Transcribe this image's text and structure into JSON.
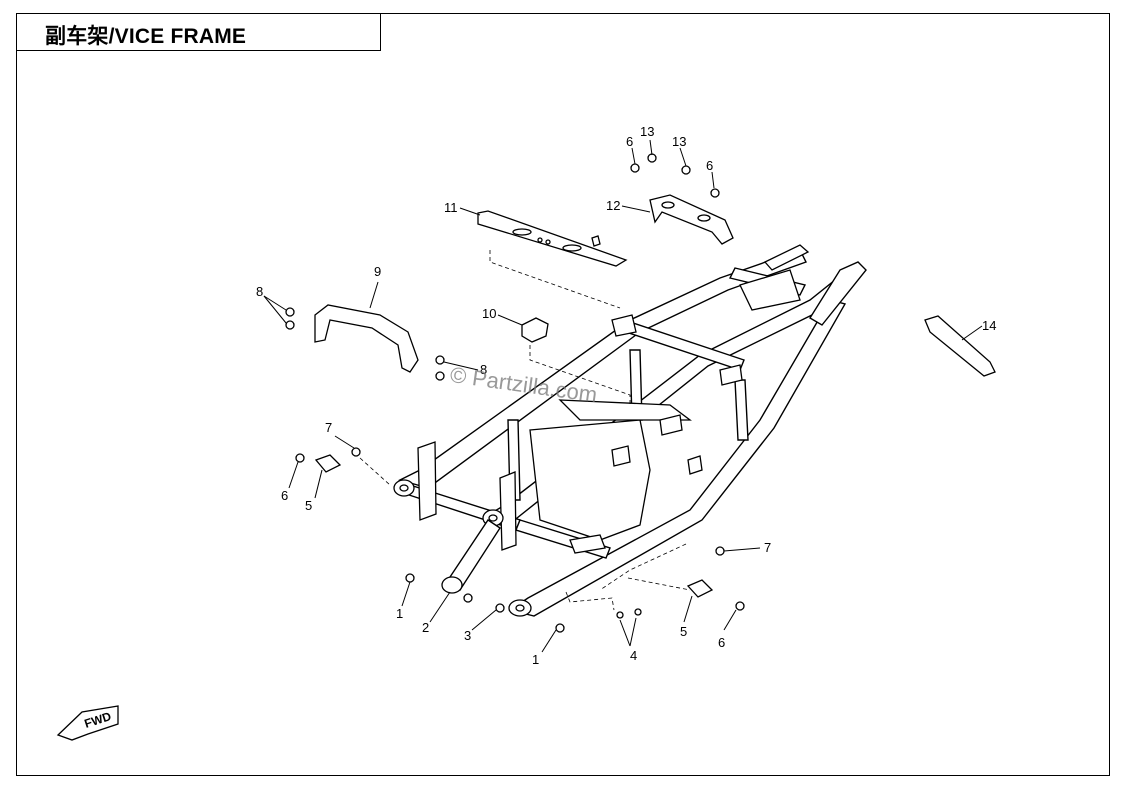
{
  "title": "副车架/VICE FRAME",
  "watermark": "© Partzilla.com",
  "callouts": [
    {
      "id": "c1a",
      "label": "1"
    },
    {
      "id": "c1b",
      "label": "1"
    },
    {
      "id": "c2",
      "label": "2"
    },
    {
      "id": "c3",
      "label": "3"
    },
    {
      "id": "c4",
      "label": "4"
    },
    {
      "id": "c5a",
      "label": "5"
    },
    {
      "id": "c5b",
      "label": "5"
    },
    {
      "id": "c6a",
      "label": "6"
    },
    {
      "id": "c6b",
      "label": "6"
    },
    {
      "id": "c6c",
      "label": "6"
    },
    {
      "id": "c6d",
      "label": "6"
    },
    {
      "id": "c7a",
      "label": "7"
    },
    {
      "id": "c7b",
      "label": "7"
    },
    {
      "id": "c8a",
      "label": "8"
    },
    {
      "id": "c8b",
      "label": "8"
    },
    {
      "id": "c9",
      "label": "9"
    },
    {
      "id": "c10",
      "label": "10"
    },
    {
      "id": "c11",
      "label": "11"
    },
    {
      "id": "c12",
      "label": "12"
    },
    {
      "id": "c13a",
      "label": "13"
    },
    {
      "id": "c13b",
      "label": "13"
    },
    {
      "id": "c14",
      "label": "14"
    }
  ],
  "direction_badge": "FWD"
}
